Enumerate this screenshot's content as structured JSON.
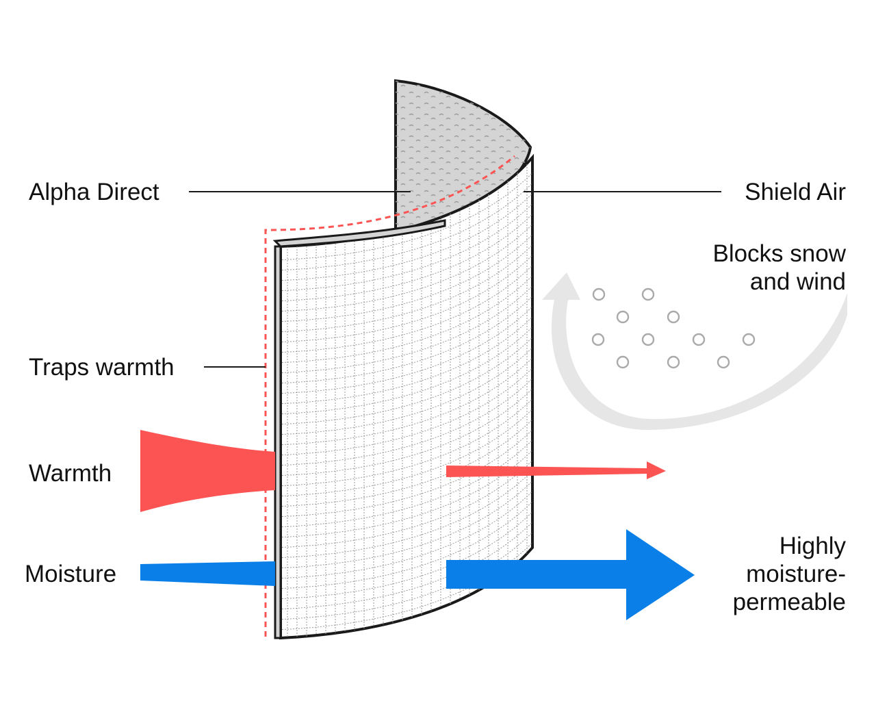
{
  "labels": {
    "alpha_direct": "Alpha Direct",
    "shield_air": "Shield Air",
    "blocks_line1": "Blocks snow",
    "blocks_line2": "and wind",
    "traps_warmth": "Traps warmth",
    "warmth": "Warmth",
    "moisture": "Moisture",
    "permeable_line1": "Highly",
    "permeable_line2": "moisture-",
    "permeable_line3": "permeable"
  },
  "colors": {
    "warmth": "#fc5353",
    "moisture": "#0a7fe8",
    "fleece": "#d4d4d4",
    "shell_grid": "#9a9a9a",
    "wind_arrow": "#e6e6e6",
    "snow": "#aaaaaa",
    "outline": "#1a1a1a"
  }
}
